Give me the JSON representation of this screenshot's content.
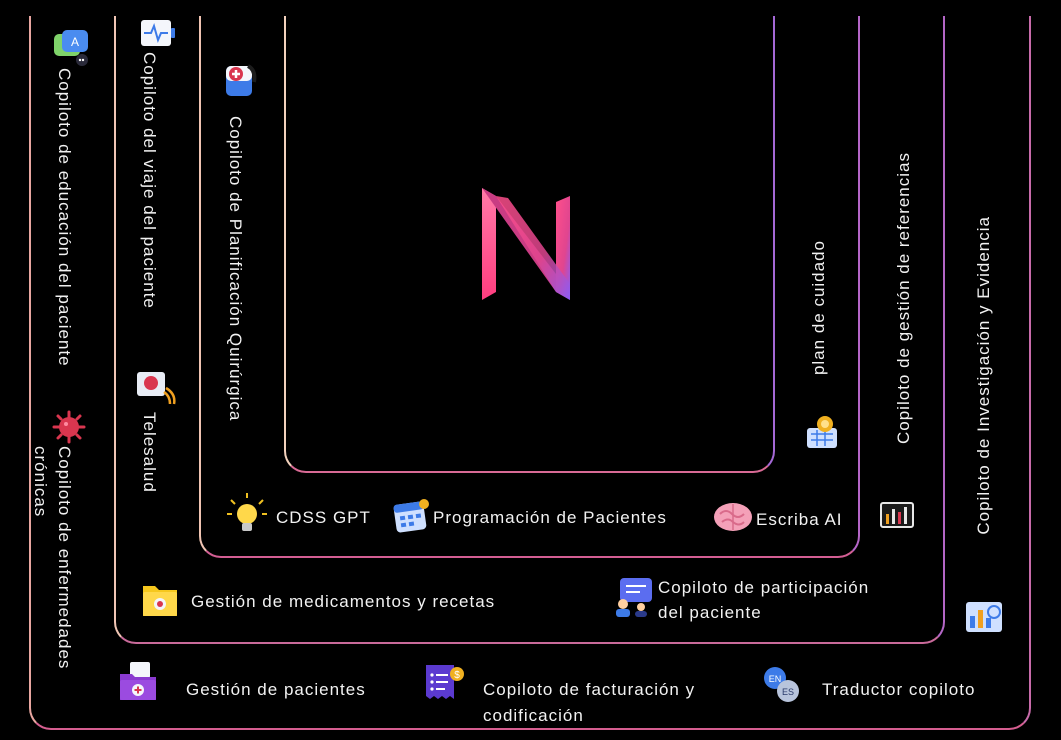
{
  "labels": {
    "educacion": "Copiloto de educación del paciente",
    "enfermedades": "Copiloto de enfermedades",
    "enfermedades_2": "crónicas",
    "viaje": "Copiloto del viaje del paciente",
    "telesalud": "Telesalud",
    "quirurgica": "Copiloto de Planificación Quirúrgica",
    "plan": "plan de cuidado",
    "referencias": "Copiloto de gestión de referencias",
    "investigacion": "Copiloto de Investigación y Evidencia",
    "cdss": "CDSS GPT",
    "programacion": "Programación de Pacientes",
    "escriba": "Escriba AI",
    "medicamentos": "Gestión de medicamentos y recetas",
    "participacion_1": "Copiloto de participación",
    "participacion_2": "del paciente",
    "pacientes": "Gestión de pacientes",
    "facturacion_1": "Copiloto de facturación y",
    "facturacion_2": "codificación",
    "traductor": "Traductor copiloto",
    "translate_badge_en": "EN",
    "translate_badge_es": "ES"
  },
  "colors": {
    "background": "#000000",
    "accent_pink": "#ff3d7f",
    "accent_purple": "#8a5cf6",
    "border_light": "#f3d2bd"
  },
  "icons": [
    "chat-education-icon",
    "virus-icon",
    "heart-monitor-icon",
    "telehealth-icon",
    "first-aid-icon",
    "care-plan-icon",
    "report-chart-icon",
    "research-chart-icon",
    "lightbulb-icon",
    "calendar-icon",
    "brain-icon",
    "medicine-folder-icon",
    "engagement-icon",
    "patient-folder-icon",
    "billing-icon",
    "translate-icon"
  ]
}
